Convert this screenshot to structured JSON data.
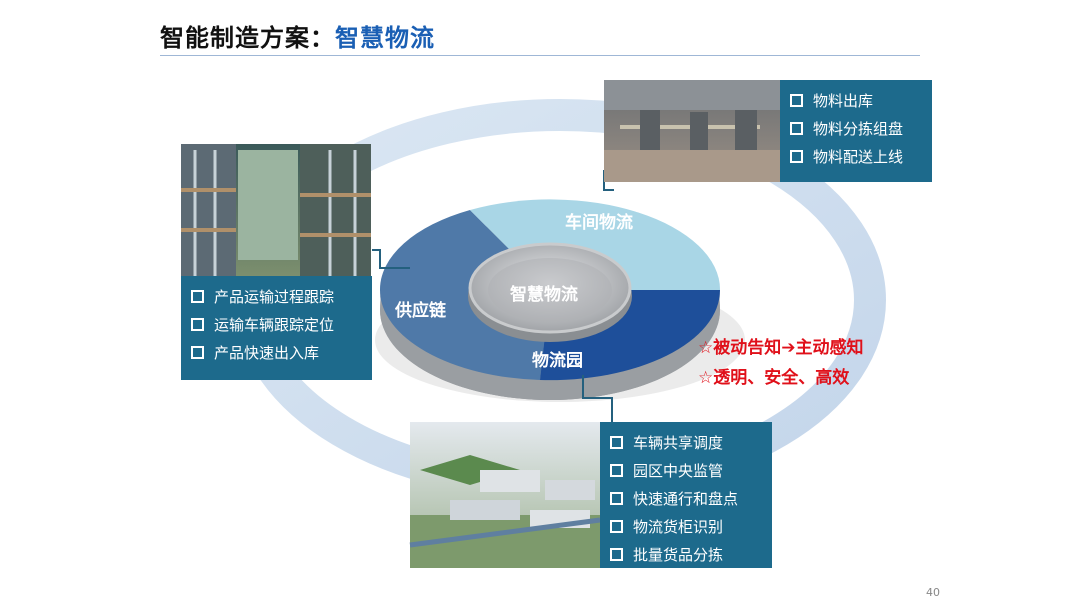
{
  "title": {
    "prefix": "智能制造方案：",
    "highlight": "智慧物流"
  },
  "ring": {
    "center": "智慧物流",
    "segments": {
      "workshop": "车间物流",
      "supply": "供应链",
      "park": "物流园"
    }
  },
  "panels": {
    "workshop": [
      "物料出库",
      "物料分拣组盘",
      "物料配送上线"
    ],
    "supply": [
      "产品运输过程跟踪",
      "运输车辆跟踪定位",
      "产品快速出入库"
    ],
    "park": [
      "车辆共享调度",
      "园区中央监管",
      "快速通行和盘点",
      "物流货柜识别",
      "批量货品分拣"
    ]
  },
  "highlights": {
    "star": "☆",
    "line1_part1": "被动告知",
    "arrow": "➔",
    "line1_part2": "主动感知",
    "line2": "透明、安全、高效"
  },
  "page_number": "40",
  "colors": {
    "accent_blue": "#1a5fb4",
    "panel_teal": "#1d6a8c",
    "red": "#e0101a"
  }
}
